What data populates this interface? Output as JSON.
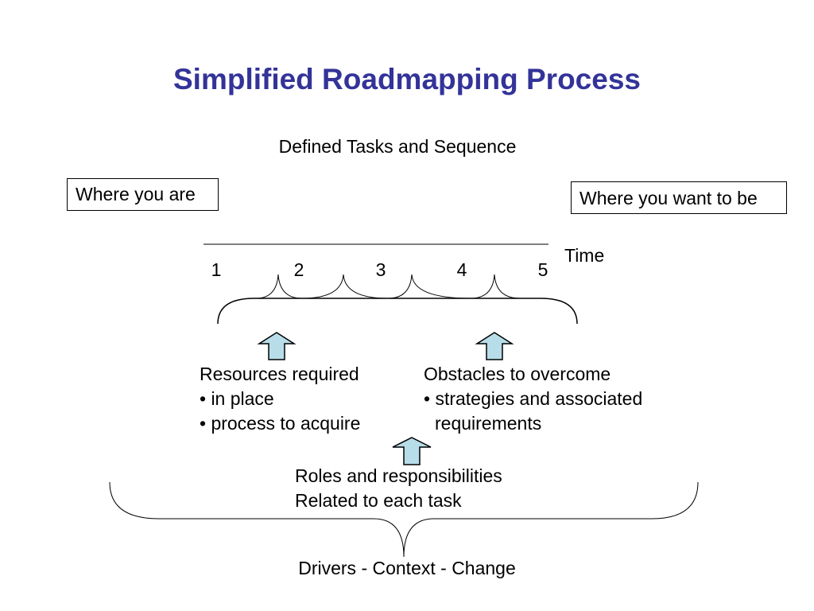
{
  "title": "Simplified Roadmapping Process",
  "subtitle": "Defined Tasks and Sequence",
  "start_box": "Where you are",
  "end_box": "Where you want to be",
  "time_label": "Time",
  "steps": [
    "1",
    "2",
    "3",
    "4",
    "5"
  ],
  "resources": {
    "heading": "Resources required",
    "items": [
      "• in place",
      "• process to acquire"
    ]
  },
  "obstacles": {
    "heading": "Obstacles to overcome",
    "line1": "• strategies and associated",
    "line2": "requirements"
  },
  "roles": {
    "line1": "Roles and responsibilities",
    "line2": "Related to each task"
  },
  "bottom_label": "Drivers - Context - Change",
  "colors": {
    "title": "#333399",
    "arrow_fill": "#b7dde8"
  }
}
